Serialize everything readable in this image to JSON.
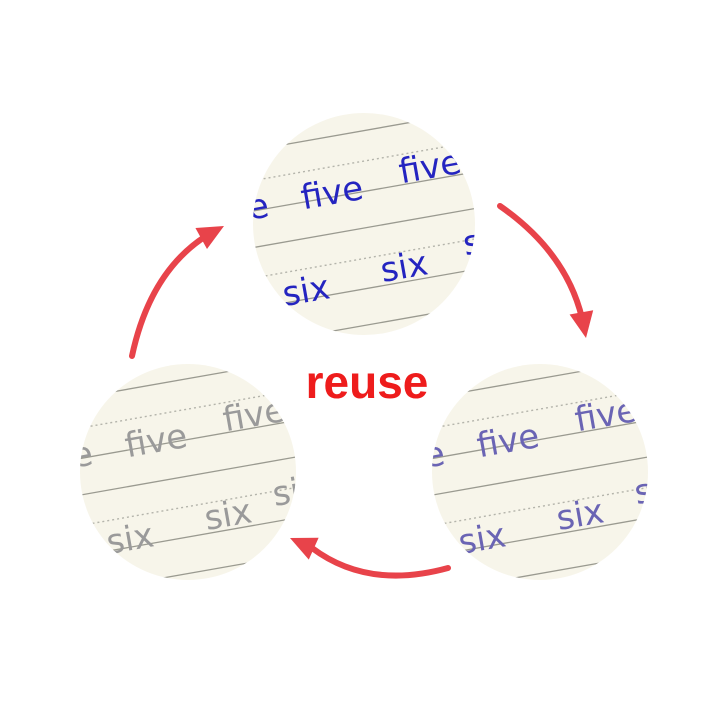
{
  "center_label": "reuse",
  "colors": {
    "center_label": "#ee1c1c",
    "arrow": "#e8434a",
    "paper": "#f7f5ea",
    "rule_line": "#9a9a90",
    "dot_line": "#b4b4ab"
  },
  "circles": [
    {
      "id": "top",
      "stage": "fresh-ink",
      "ink_color": "#2424c0",
      "row1": [
        {
          "text": "e"
        },
        {
          "text": "five"
        },
        {
          "text": "five"
        }
      ],
      "row2": [
        {
          "text": "six"
        },
        {
          "text": "six"
        },
        {
          "text": "s"
        }
      ]
    },
    {
      "id": "bottom-right",
      "stage": "fading-ink",
      "ink_color": "#6a64b4",
      "row1": [
        {
          "text": "e"
        },
        {
          "text": "five"
        },
        {
          "text": "five"
        }
      ],
      "row2": [
        {
          "text": "six"
        },
        {
          "text": "six"
        },
        {
          "text": "si"
        }
      ]
    },
    {
      "id": "bottom-left",
      "stage": "faded-ink",
      "ink_color": "#9a9a9a",
      "row1": [
        {
          "text": "e"
        },
        {
          "text": "five"
        },
        {
          "text": "five"
        }
      ],
      "row2": [
        {
          "text": "six"
        },
        {
          "text": "six"
        },
        {
          "text": "six"
        }
      ]
    }
  ],
  "arrows": [
    {
      "from": "top",
      "to": "bottom-right"
    },
    {
      "from": "bottom-right",
      "to": "bottom-left"
    },
    {
      "from": "bottom-left",
      "to": "top"
    }
  ]
}
